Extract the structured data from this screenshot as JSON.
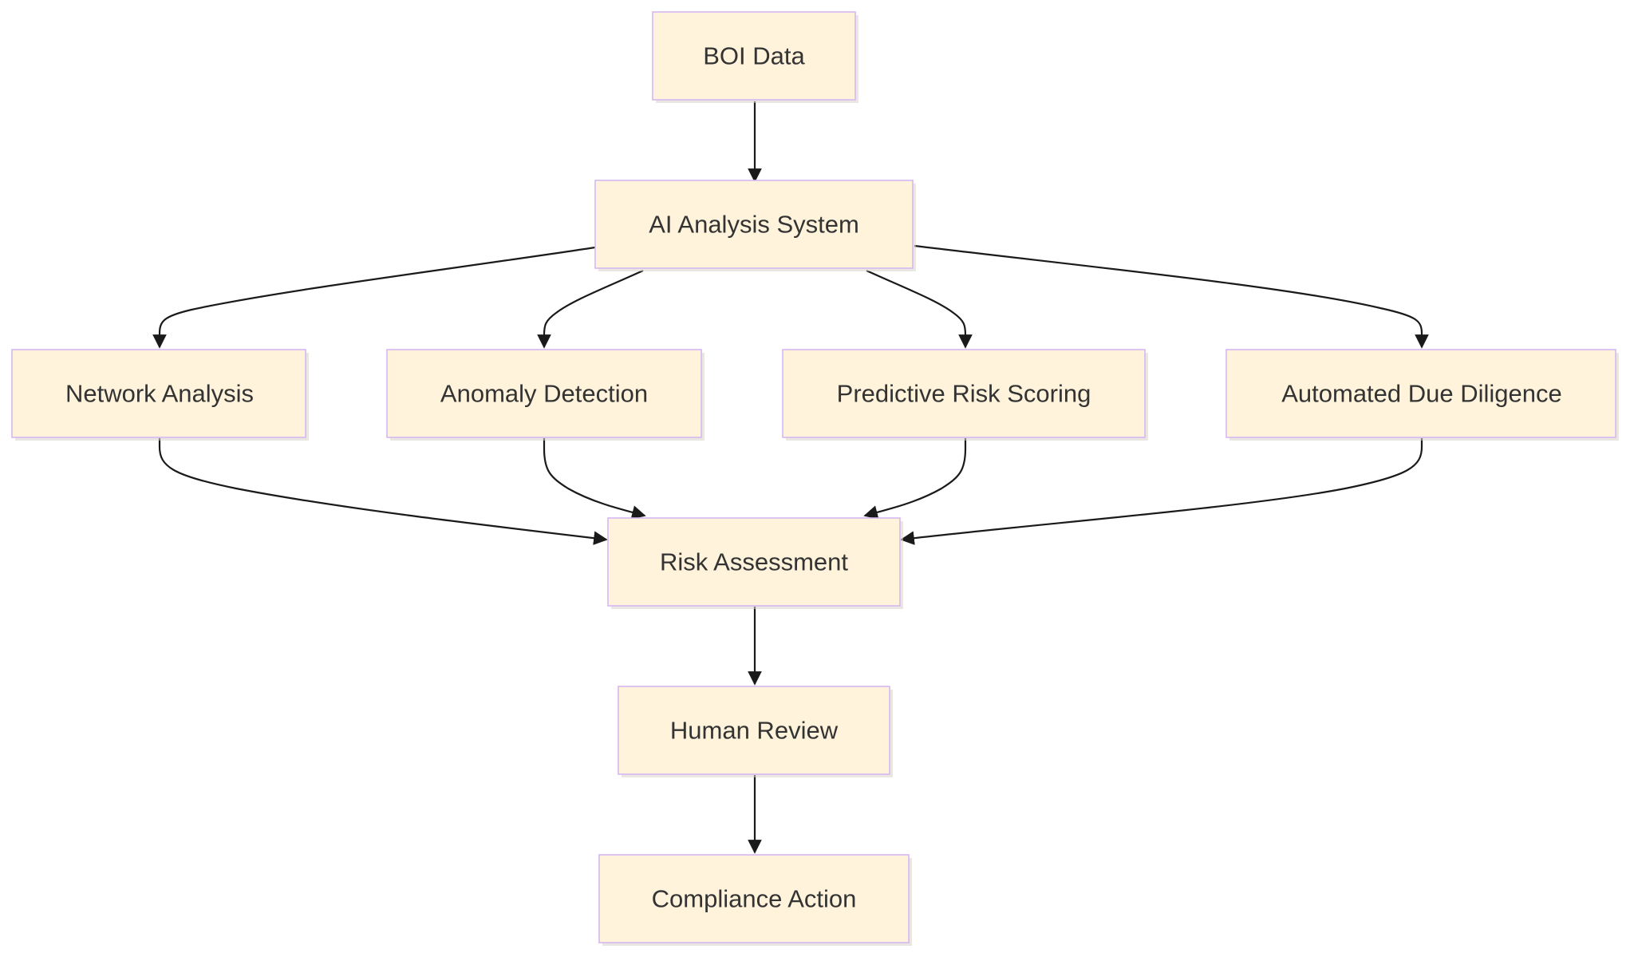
{
  "diagram": {
    "type": "flowchart",
    "direction": "top-down",
    "colors": {
      "node_fill": "#fff3dc",
      "node_border": "#d5b8f0",
      "text": "#333333",
      "edge": "#1a1a1a"
    },
    "nodes": {
      "boi_data": {
        "label": "BOI Data"
      },
      "ai_analysis": {
        "label": "AI Analysis System"
      },
      "network_analysis": {
        "label": "Network Analysis"
      },
      "anomaly_detection": {
        "label": "Anomaly Detection"
      },
      "predictive_risk": {
        "label": "Predictive Risk Scoring"
      },
      "due_diligence": {
        "label": "Automated Due Diligence"
      },
      "risk_assessment": {
        "label": "Risk Assessment"
      },
      "human_review": {
        "label": "Human Review"
      },
      "compliance_action": {
        "label": "Compliance Action"
      }
    },
    "edges": [
      {
        "from": "boi_data",
        "to": "ai_analysis"
      },
      {
        "from": "ai_analysis",
        "to": "network_analysis"
      },
      {
        "from": "ai_analysis",
        "to": "anomaly_detection"
      },
      {
        "from": "ai_analysis",
        "to": "predictive_risk"
      },
      {
        "from": "ai_analysis",
        "to": "due_diligence"
      },
      {
        "from": "network_analysis",
        "to": "risk_assessment"
      },
      {
        "from": "anomaly_detection",
        "to": "risk_assessment"
      },
      {
        "from": "predictive_risk",
        "to": "risk_assessment"
      },
      {
        "from": "due_diligence",
        "to": "risk_assessment"
      },
      {
        "from": "risk_assessment",
        "to": "human_review"
      },
      {
        "from": "human_review",
        "to": "compliance_action"
      }
    ]
  }
}
